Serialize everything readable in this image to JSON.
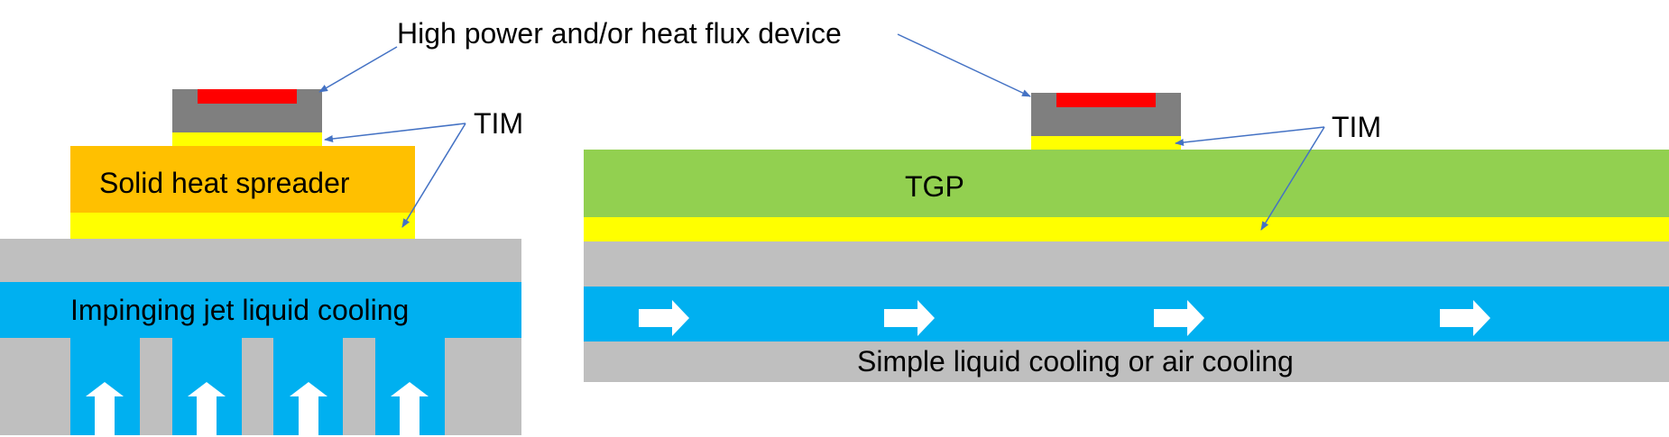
{
  "labels": {
    "device": "High power and/or heat flux device",
    "tim_left": "TIM",
    "tim_right": "TIM",
    "spreader": "Solid heat spreader",
    "jet": "Impinging jet liquid cooling",
    "tgp": "TGP",
    "simple": "Simple liquid cooling or air cooling"
  },
  "colors": {
    "device_body": "#7f7f7f",
    "heat_source": "#ff0000",
    "tim": "#ffff00",
    "spreader": "#ffc000",
    "tgp": "#92d050",
    "cold_plate": "#bfbfbf",
    "coolant": "#00b0f0",
    "flow_arrow": "#ffffff",
    "leader_line": "#4472c4"
  },
  "icons": {
    "jet_flow": "arrow-up-icon",
    "channel_flow": "arrow-right-icon"
  }
}
